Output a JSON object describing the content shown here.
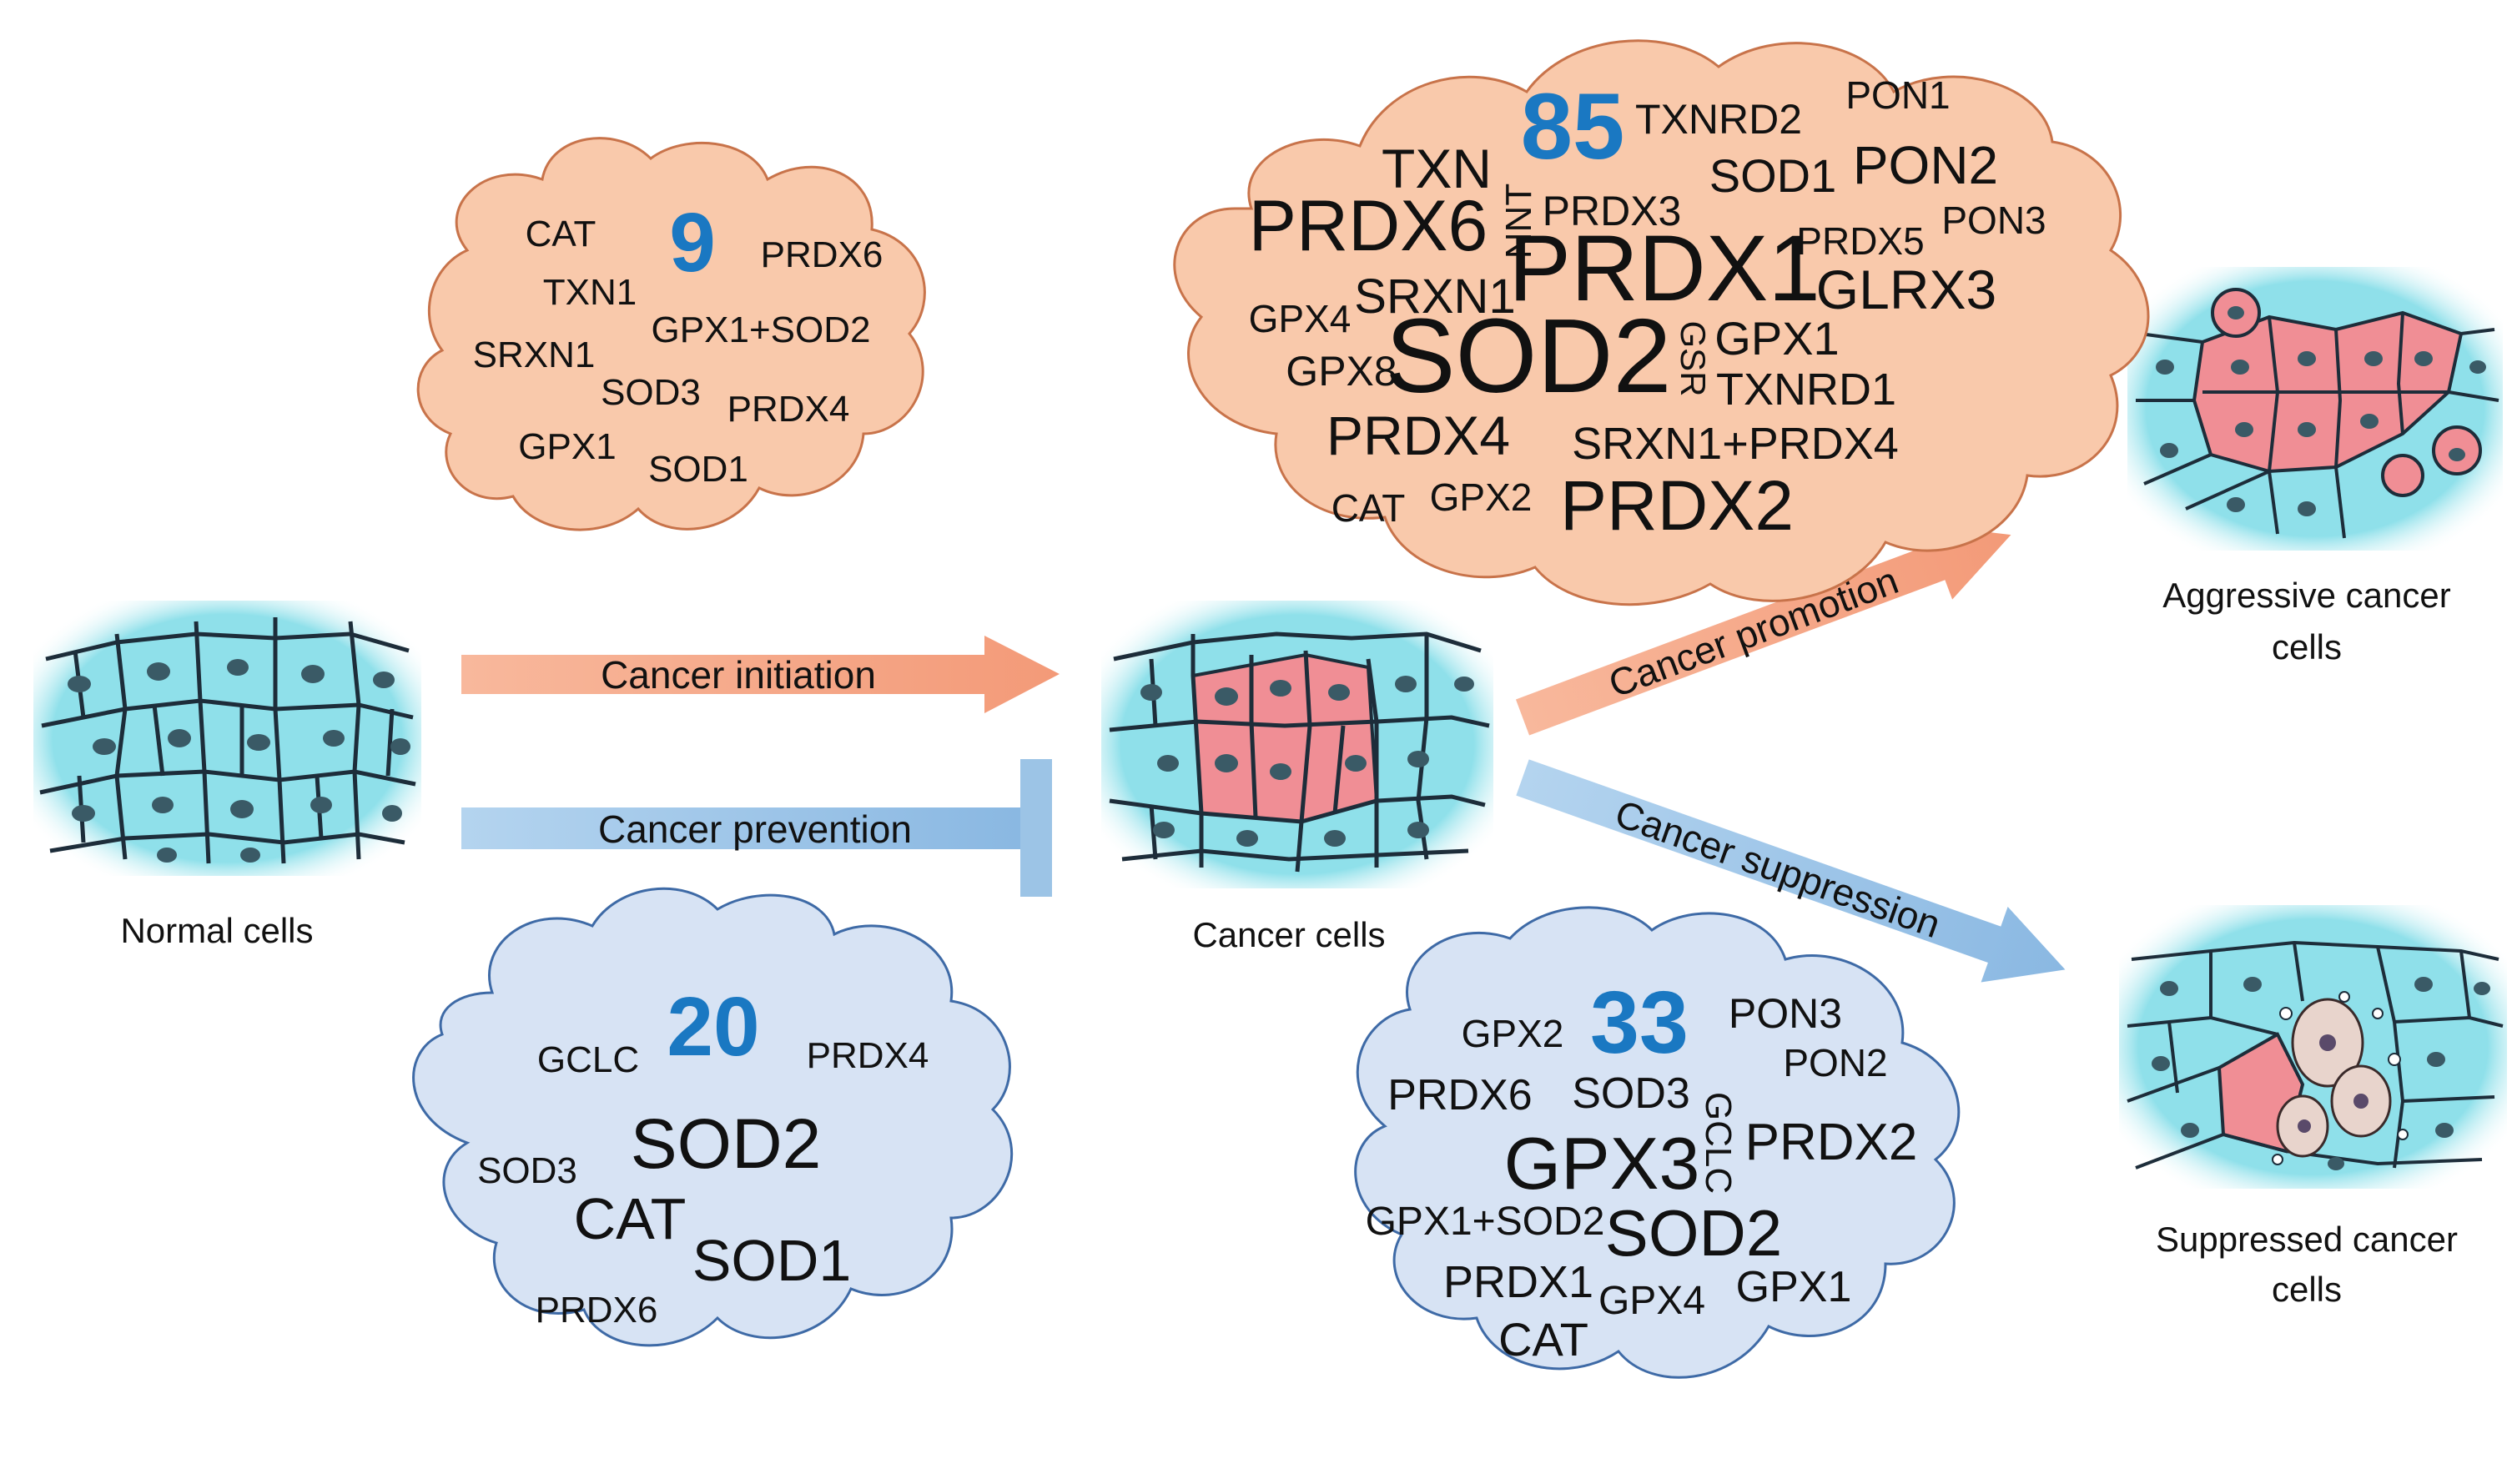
{
  "arrows": {
    "initiation": "Cancer initiation",
    "prevention": "Cancer prevention",
    "promotion": "Cancer promotion",
    "suppression": "Cancer suppression"
  },
  "captions": {
    "normal": "Normal cells",
    "cancer": "Cancer cells",
    "aggressive_1": "Aggressive cancer",
    "aggressive_2": "cells",
    "suppressed_1": "Suppressed cancer",
    "suppressed_2": "cells"
  },
  "clouds": {
    "initiation": {
      "count": "9",
      "words": [
        "CAT",
        "PRDX6",
        "TXN1",
        "GPX1+SOD2",
        "SRXN1",
        "SOD3",
        "PRDX4",
        "GPX1",
        "SOD1"
      ]
    },
    "prevention": {
      "count": "20",
      "words": [
        "GCLC",
        "PRDX4",
        "SOD2",
        "SOD3",
        "CAT",
        "SOD1",
        "PRDX6"
      ]
    },
    "promotion": {
      "count": "85",
      "words": [
        "TXNRD2",
        "PON1",
        "TXN",
        "PON2",
        "SOD1",
        "PRDX6",
        "NNT",
        "PRDX3",
        "PON3",
        "PRDX5",
        "PRDX1",
        "SRXN1",
        "GLRX3",
        "GPX4",
        "SOD2",
        "GSR",
        "GPX1",
        "GPX8",
        "TXNRD1",
        "PRDX4",
        "SRXN1+PRDX4",
        "CAT",
        "GPX2",
        "PRDX2"
      ]
    },
    "suppression": {
      "count": "33",
      "words": [
        "GPX2",
        "PON3",
        "PON2",
        "PRDX6",
        "SOD3",
        "GCLC",
        "GPX3",
        "PRDX2",
        "GPX1+SOD2",
        "SOD2",
        "PRDX1",
        "GPX4",
        "GPX1",
        "CAT"
      ]
    }
  },
  "colors": {
    "cloud_orange_fill": "#f9c9ab",
    "cloud_orange_stroke": "#c8734a",
    "cloud_blue_fill": "#d7e3f4",
    "cloud_blue_stroke": "#3e6aa6",
    "arrow_orange": "#f5a98a",
    "arrow_blue": "#9cc4e6",
    "number_blue": "#1a78c2",
    "cell_cyan": "#9ee6ee",
    "cell_pink": "#f08e95"
  }
}
